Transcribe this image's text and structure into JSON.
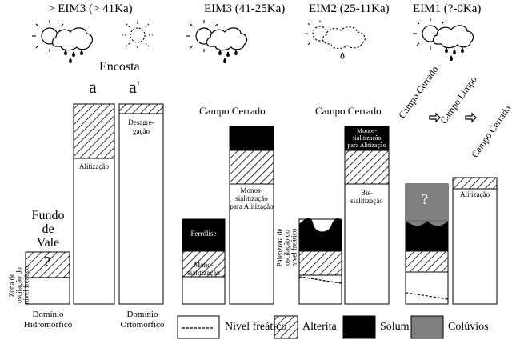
{
  "periods": [
    {
      "label": "> EIM3 (> 41Ka)"
    },
    {
      "label": "EIM3 (41-25Ka)"
    },
    {
      "label": "EIM2 (25-11Ka)"
    },
    {
      "label": "EIM1 (?-0Ka)"
    }
  ],
  "encosta": "Encosta",
  "columns": {
    "a_letter": "a",
    "a_prime_letter": "a'",
    "fundo_de_vale": [
      "Fundo",
      "de",
      "Vale"
    ],
    "zona_oscilacao": [
      "Zona de",
      "oscilação do",
      "nível freático"
    ],
    "question_mark": "?",
    "alitizacao": "Alitização",
    "desagregacao": [
      "Desagre-",
      "gação"
    ],
    "campo_cerrado": "Campo Cerrado",
    "campo_limpo": "Campo Limpo",
    "ferrolise": "Ferrólise",
    "monossialitizacao": [
      "Mono-",
      "sialitização"
    ],
    "monossialitizacao_alit": [
      "Monos-",
      "sialitização",
      "para Alitização"
    ],
    "paleozona": [
      "Paleozona de",
      "oscilação do",
      "nível freático"
    ],
    "bissialitizacao": [
      "Bis-",
      "sialitização"
    ]
  },
  "domains": {
    "hidromorfico": [
      "Domínio",
      "Hidromórfico"
    ],
    "ortomorfico": [
      "Domínio",
      "Ortomórfico"
    ]
  },
  "legend": {
    "nivel_freatico": "Nível freático",
    "alterita": "Alterita",
    "solum": "Solum",
    "coluvios": "Colúvios"
  },
  "colors": {
    "solum": "#000000",
    "coluvios": "#808080",
    "hatch": "#000000"
  },
  "icons": [
    "sun-cloud-rain-icon",
    "dashed-sun-icon",
    "sun-cloud-rain-icon",
    "dashed-sun-cloud-icon",
    "sun-cloud-rain-icon",
    "transition-arrow-icon"
  ]
}
